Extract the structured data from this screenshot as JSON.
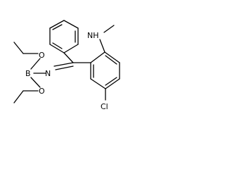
{
  "molecule": {
    "atoms": {
      "nh": "NH",
      "o_upper": "O",
      "b": "B",
      "n_imine": "N",
      "o_lower": "O",
      "cl": "Cl"
    }
  },
  "colors": {
    "bond": "#000000",
    "label": "#000000",
    "background": "#ffffff"
  }
}
